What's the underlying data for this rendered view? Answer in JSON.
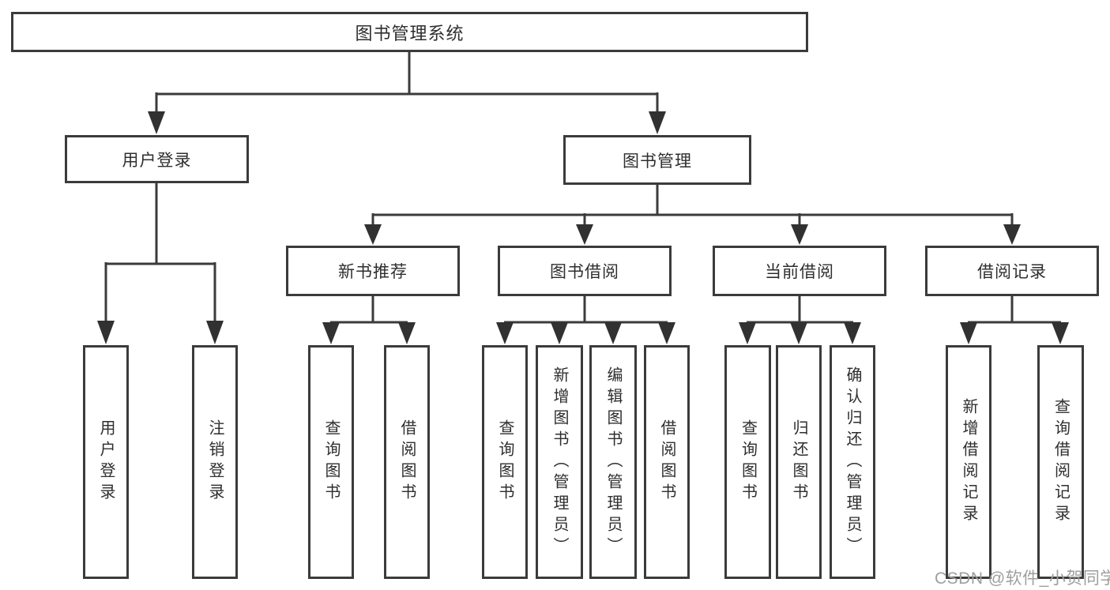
{
  "diagram": {
    "root": {
      "label": "图书管理系统"
    },
    "user_login": {
      "label": "用户登录",
      "children": [
        {
          "label": "用户登录"
        },
        {
          "label": "注销登录"
        }
      ]
    },
    "book_mgmt": {
      "label": "图书管理",
      "sections": [
        {
          "label": "新书推荐",
          "children": [
            {
              "label": "查询图书"
            },
            {
              "label": "借阅图书"
            }
          ]
        },
        {
          "label": "图书借阅",
          "children": [
            {
              "label": "查询图书"
            },
            {
              "label": "新增图书（管理员）"
            },
            {
              "label": "编辑图书（管理员）"
            },
            {
              "label": "借阅图书"
            }
          ]
        },
        {
          "label": "当前借阅",
          "children": [
            {
              "label": "查询图书"
            },
            {
              "label": "归还图书"
            },
            {
              "label": "确认归还（管理员）"
            }
          ]
        },
        {
          "label": "借阅记录",
          "children": [
            {
              "label": "新增借阅记录"
            },
            {
              "label": "查询借阅记录"
            }
          ]
        }
      ]
    }
  },
  "watermark": {
    "text": "CSDN @软件_小贺同学"
  },
  "colors": {
    "line": "#3b3b3b",
    "text": "#2e2e2e",
    "watermark": "#9e9e9e",
    "background": "#ffffff"
  }
}
